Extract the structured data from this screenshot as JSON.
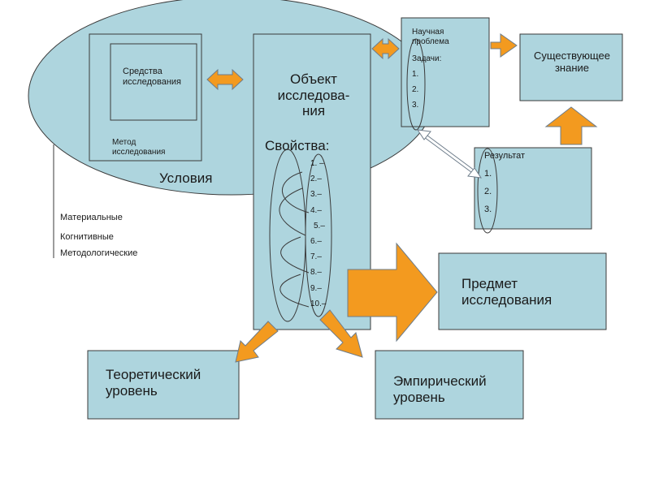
{
  "colors": {
    "box_fill": "#aed5de",
    "ellipse_fill": "#aed5de",
    "stroke": "#3a3a3a",
    "arrow_orange": "#f39a1f",
    "arrow_outline": "#6d7c8a"
  },
  "conditions_ellipse": {
    "label": "Условия",
    "research_tools_label": "Средства\nисследования",
    "research_method_label": "Метод\nисследования"
  },
  "conditions_list": [
    "Материальные",
    "Когнитивные",
    "Методологические"
  ],
  "object_box": {
    "title": "Объект\nисследова-\nния",
    "properties_label": "Свойства:",
    "properties": [
      "1. –",
      "2.–",
      "3.–",
      "4.–",
      "5.–",
      "6.–",
      "7.–",
      "8.–",
      "9.–",
      "10.–"
    ]
  },
  "problem_box": {
    "title": "Научная\nпроблема",
    "tasks_label": "Задачи:",
    "items": [
      "1.",
      "2.",
      "3."
    ]
  },
  "existing_knowledge_box": {
    "label": "Существующее\nзнание"
  },
  "result_box": {
    "title": "Результат",
    "items": [
      "1.",
      "2.",
      "3."
    ]
  },
  "subject_box": {
    "label": "Предмет\nисследования"
  },
  "theoretical_box": {
    "label": "Теоретический\nуровень"
  },
  "empirical_box": {
    "label": "Эмпирический\nуровень"
  }
}
